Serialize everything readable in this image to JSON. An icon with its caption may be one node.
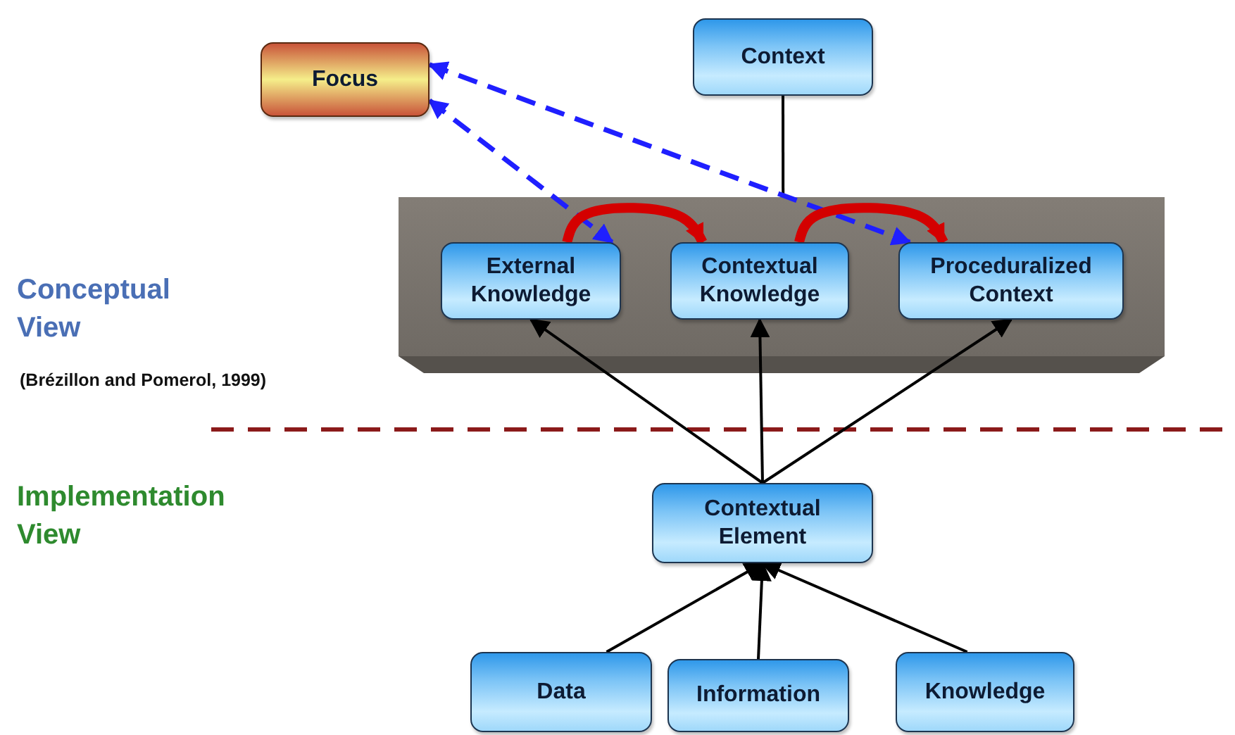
{
  "diagram": {
    "nodes": [
      {
        "text": [
          "Focus"
        ]
      },
      {
        "text": [
          "Context"
        ]
      },
      {
        "text": [],
        "shape": "box"
      },
      {
        "text": [
          "External Knowledge"
        ],
        "in": 2
      },
      {
        "text": [
          "Contextual Knowledge"
        ],
        "in": 2
      },
      {
        "text": [
          "Proceduralized Context"
        ],
        "in": 2
      },
      {
        "text": [
          "Contextual Element"
        ]
      },
      {
        "text": [
          "Data"
        ]
      },
      {
        "text": [
          "Information"
        ]
      },
      {
        "text": [
          "Knowledge"
        ]
      }
    ],
    "edges": [
      {
        "from": 1,
        "to": 2,
        "arrow": "none"
      },
      {
        "from": 0,
        "to": 3,
        "arrow": "both",
        "style": "dashed",
        "color": "#1f1fff"
      },
      {
        "from": 0,
        "to": 5,
        "arrow": "both",
        "style": "dashed",
        "color": "#1f1fff"
      },
      {
        "from": 3,
        "to": 4,
        "arrow": "to",
        "style": "thick",
        "color": "#d40000"
      },
      {
        "from": 4,
        "to": 5,
        "arrow": "to",
        "style": "thick",
        "color": "#d40000"
      },
      {
        "from": 6,
        "to": 3,
        "arrow": "to"
      },
      {
        "from": 6,
        "to": 4,
        "arrow": "to"
      },
      {
        "from": 6,
        "to": 5,
        "arrow": "to"
      },
      {
        "from": 7,
        "to": 6,
        "arrow": "to"
      },
      {
        "from": 8,
        "to": 6,
        "arrow": "to"
      },
      {
        "from": 9,
        "to": 6,
        "arrow": "to"
      }
    ],
    "labels": [
      "Conceptual View",
      "(Brézillon and Pomerol, 1999)",
      "Implementation View"
    ]
  }
}
